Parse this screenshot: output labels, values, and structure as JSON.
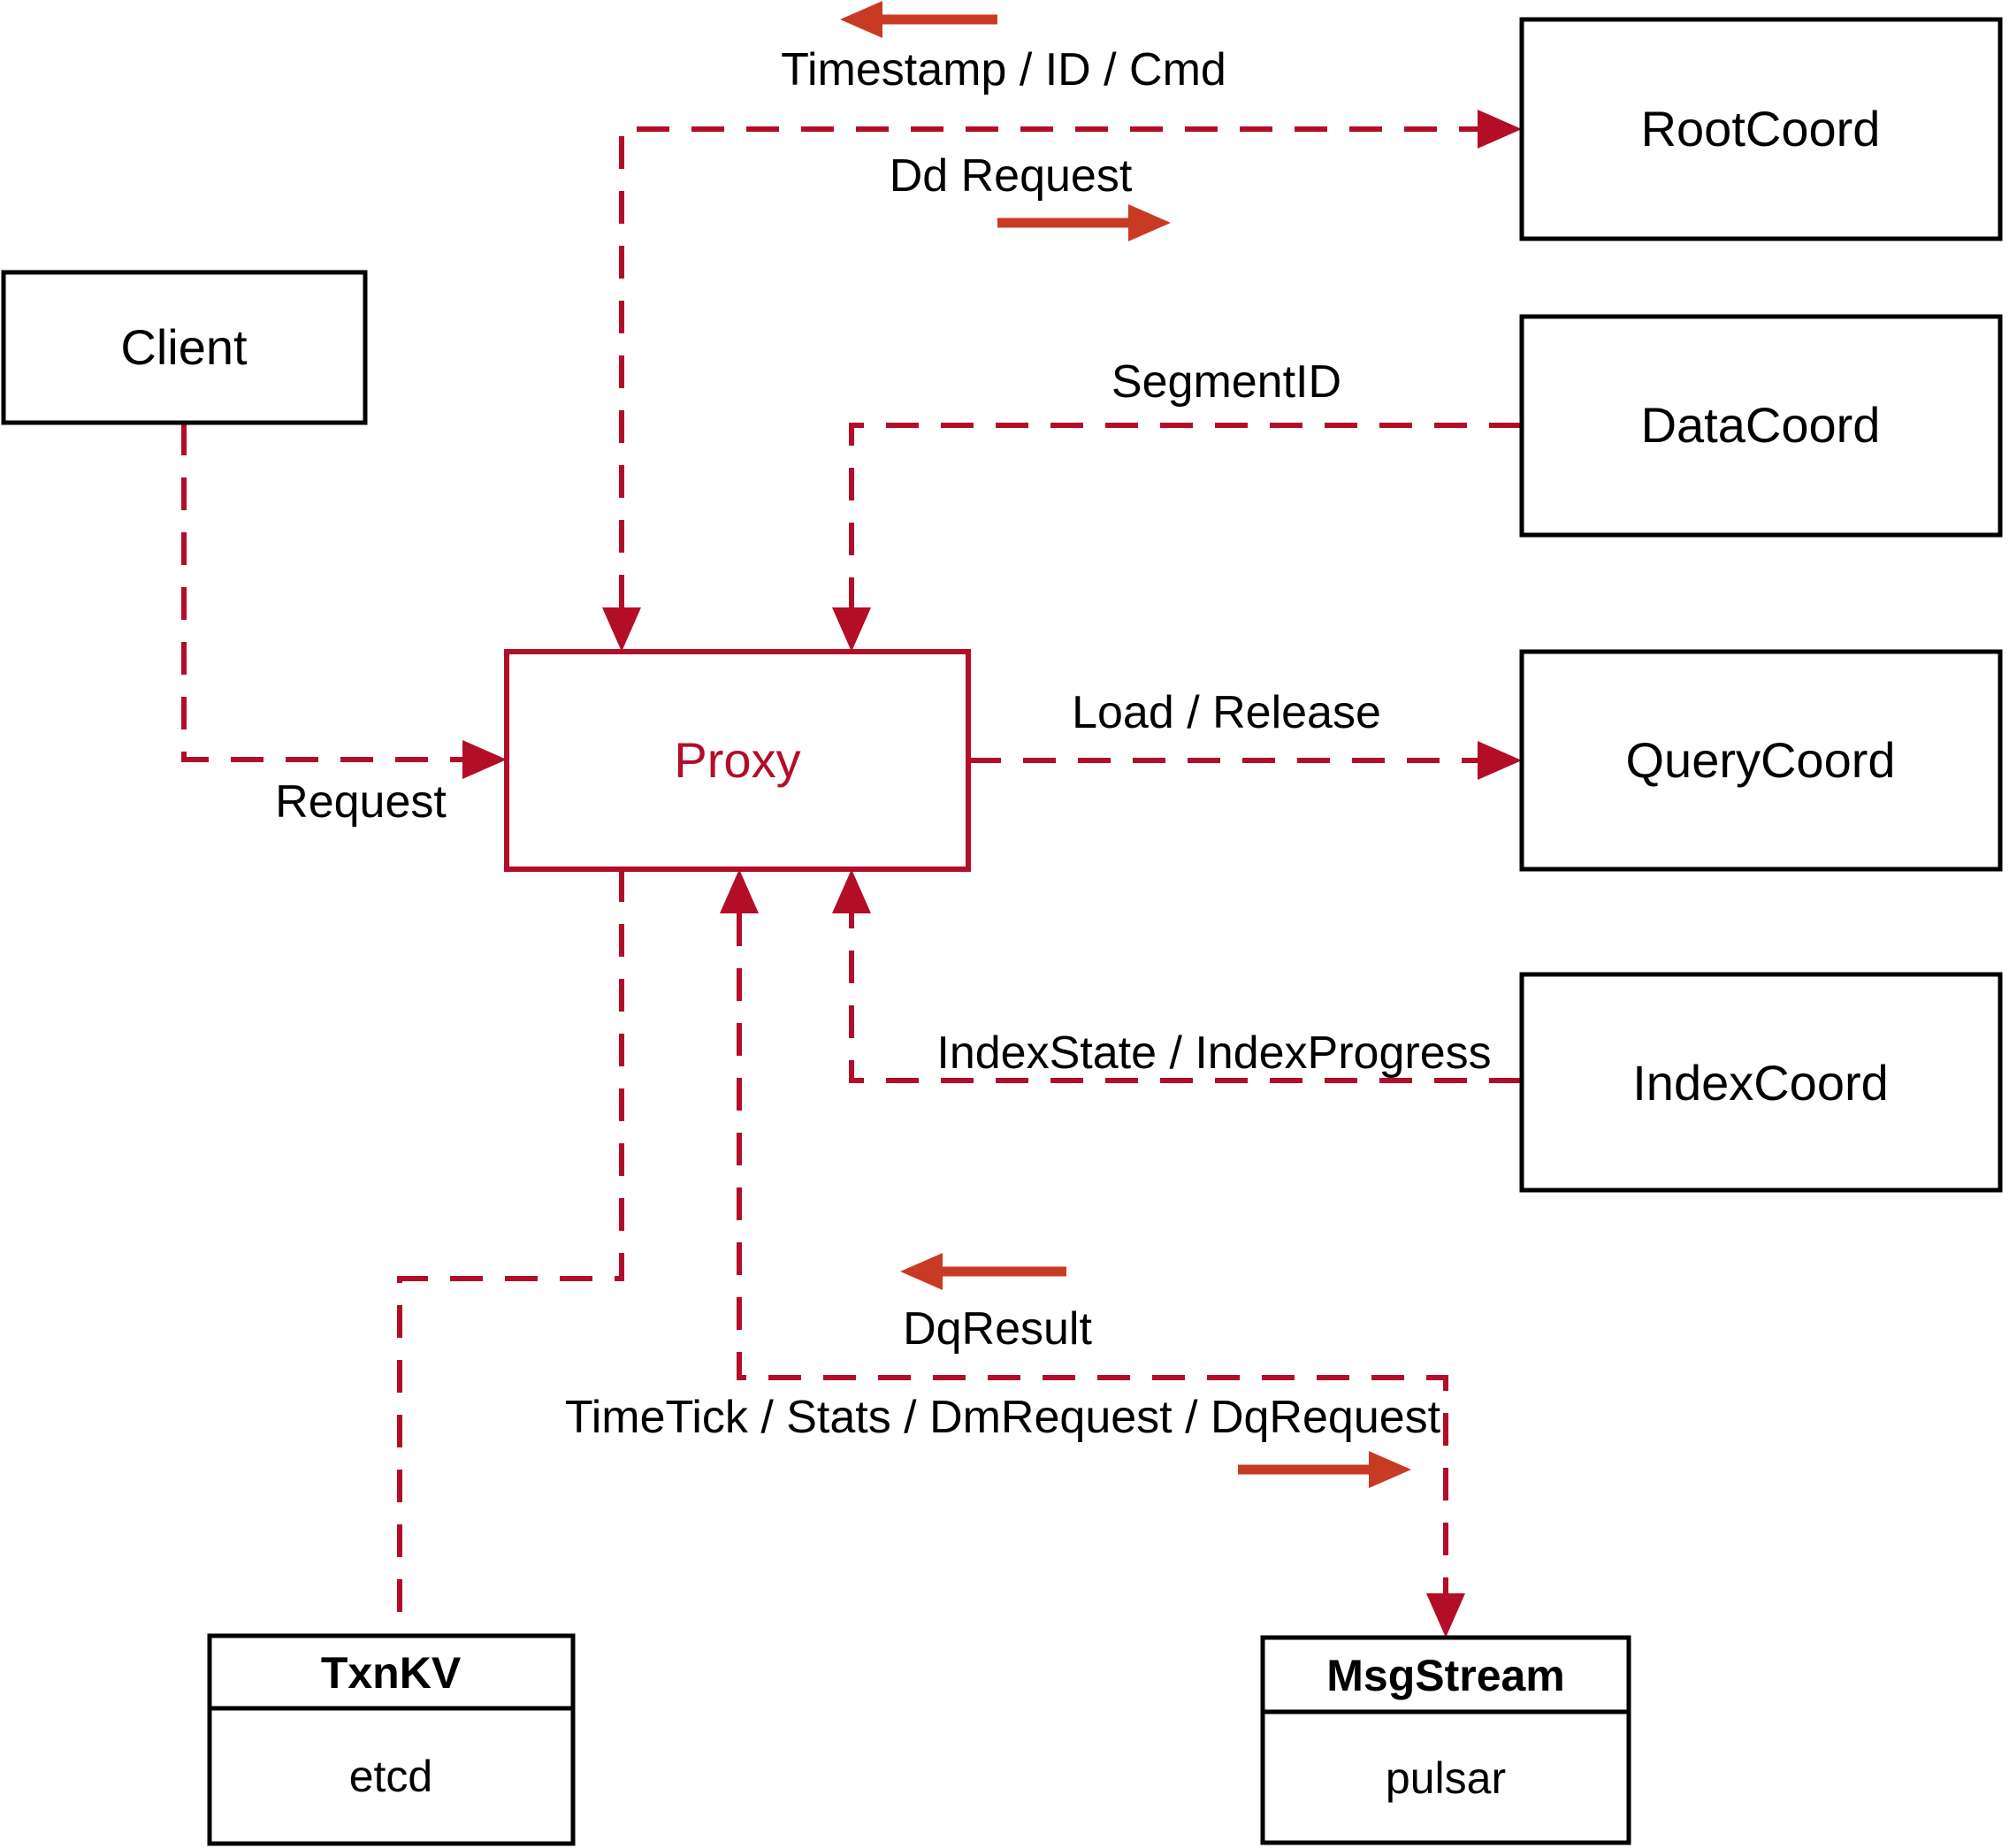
{
  "diagram": {
    "nodes": {
      "client": {
        "label": "Client"
      },
      "proxy": {
        "label": "Proxy"
      },
      "root_coord": {
        "label": "RootCoord"
      },
      "data_coord": {
        "label": "DataCoord"
      },
      "query_coord": {
        "label": "QueryCoord"
      },
      "index_coord": {
        "label": "IndexCoord"
      },
      "txn_kv": {
        "title": "TxnKV",
        "subtitle": "etcd"
      },
      "msg_stream": {
        "title": "MsgStream",
        "subtitle": "pulsar"
      }
    },
    "edge_labels": {
      "timestamp": "Timestamp / ID / Cmd",
      "dd_request": "Dd Request",
      "segment_id": "SegmentID",
      "load_release": "Load / Release",
      "index_state": "IndexState / IndexProgress",
      "request": "Request",
      "dq_result": "DqResult",
      "time_tick": "TimeTick / Stats / DmRequest / DqRequest"
    },
    "colors": {
      "dashed_line": "#b30d28",
      "proxy_accent": "#b30d28",
      "solid_arrow": "#c93a24",
      "box_border": "#000000",
      "text": "#000000"
    }
  }
}
